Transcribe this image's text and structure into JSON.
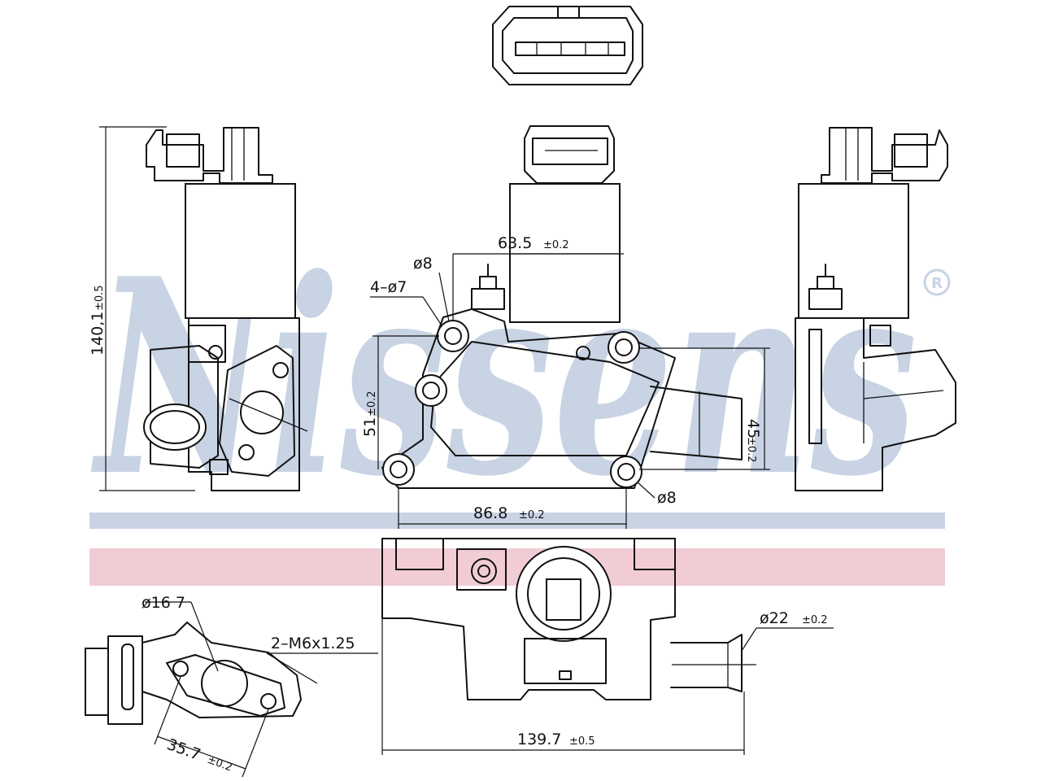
{
  "watermark": {
    "brand": "Nissens",
    "registered_mark": "®",
    "band_colors": [
      "#c8d3e4",
      "#f2ccd4"
    ]
  },
  "dimensions": {
    "height": {
      "value": "140,1",
      "tol": "±0.5"
    },
    "width_top": {
      "value": "63.5",
      "tol": "±0.2"
    },
    "hole_large": {
      "value": "ø8"
    },
    "holes_group": {
      "value": "4–ø7"
    },
    "height_flange": {
      "value": "51",
      "tol": "±0.2"
    },
    "height_outlet": {
      "value": "45",
      "tol": "±0.2"
    },
    "hole_bottom": {
      "value": "ø8"
    },
    "width_flange": {
      "value": "86.8",
      "tol": "±0.2"
    },
    "bore": {
      "value": "ø16 7"
    },
    "thread": {
      "value": "2–M6x1.25"
    },
    "hole_spacing": {
      "value": "35.7",
      "tol": "±0.2"
    },
    "pipe_dia": {
      "value": "ø22",
      "tol": "±0.2"
    },
    "length": {
      "value": "139.7",
      "tol": "±0.5"
    }
  }
}
